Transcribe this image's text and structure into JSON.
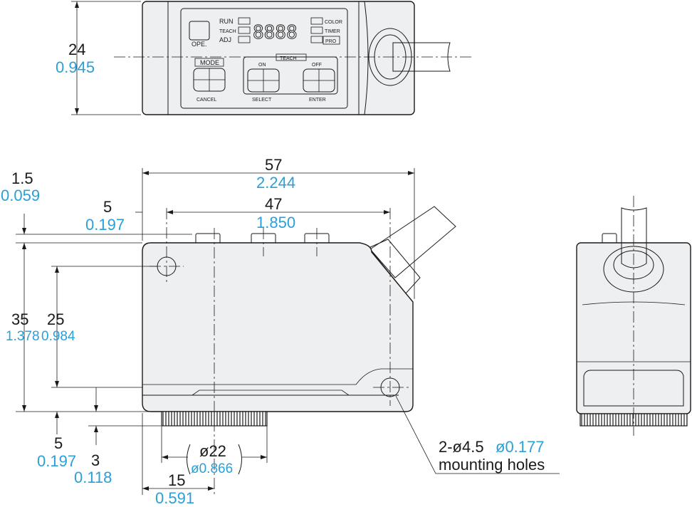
{
  "front_panel": {
    "ope_label": "OPE.",
    "indicators_left": [
      "RUN",
      "TEACH",
      "ADJ"
    ],
    "indicators_right": [
      "COLOR",
      "TIMER",
      "PRO"
    ],
    "display_digits": "8888",
    "mode_label": "MODE",
    "teach_label": "TEACH",
    "on_label": "ON",
    "off_label": "OFF",
    "cancel_label": "CANCEL",
    "select_label": "SELECT",
    "enter_label": "ENTER"
  },
  "dimensions": {
    "height_top": {
      "mm": "24",
      "inch": "0.945"
    },
    "total_width": {
      "mm": "57",
      "inch": "2.244"
    },
    "top_offset": {
      "mm": "1.5",
      "inch": "0.059"
    },
    "hole_offset": {
      "mm": "5",
      "inch": "0.197"
    },
    "hole_pitch": {
      "mm": "47",
      "inch": "1.850"
    },
    "body_height": {
      "mm": "35",
      "inch": "1.378"
    },
    "hole_vertical": {
      "mm": "25",
      "inch": "0.984"
    },
    "bottom_offset": {
      "mm": "5",
      "inch": "0.197"
    },
    "knurl_offset": {
      "mm": "3",
      "inch": "0.118"
    },
    "knurl_diameter": {
      "mm": "ø22",
      "inch": "ø0.866"
    },
    "knurl_position": {
      "mm": "15",
      "inch": "0.591"
    },
    "mounting_holes": {
      "mm": "2-ø4.5",
      "inch": "ø0.177",
      "note": "mounting holes"
    }
  },
  "colors": {
    "imperial": "#2a9fd8",
    "metric": "#1a1a1a",
    "body": "#eeeff1"
  }
}
